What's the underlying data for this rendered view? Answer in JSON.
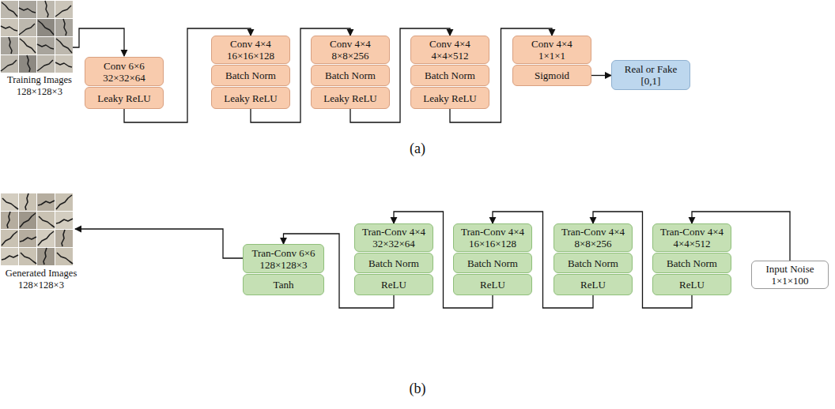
{
  "diagram": {
    "nodes": [
      {
        "text": [
          "Conv 6×6",
          "32×32×64"
        ]
      },
      {
        "text": [
          "Leaky ReLU"
        ]
      },
      {
        "text": [
          "Conv 4×4",
          "16×16×128"
        ]
      },
      {
        "text": [
          "Batch Norm"
        ]
      },
      {
        "text": [
          "Leaky ReLU"
        ]
      },
      {
        "text": [
          "Conv 4×4",
          "8×8×256"
        ]
      },
      {
        "text": [
          "Batch Norm"
        ]
      },
      {
        "text": [
          "Leaky ReLU"
        ]
      },
      {
        "text": [
          "Conv 4×4",
          "4×4×512"
        ]
      },
      {
        "text": [
          "Batch Norm"
        ]
      },
      {
        "text": [
          "Leaky ReLU"
        ]
      },
      {
        "text": [
          "Conv 4×4",
          "1×1×1"
        ]
      },
      {
        "text": [
          "Sigmoid"
        ]
      },
      {
        "text": [
          "Real or Fake",
          "[0,1]"
        ]
      },
      {
        "text": [
          "Tran-Conv 6×6",
          "128×128×3"
        ]
      },
      {
        "text": [
          "Tanh"
        ]
      },
      {
        "text": [
          "Tran-Conv 4×4",
          "32×32×64"
        ]
      },
      {
        "text": [
          "Batch Norm"
        ]
      },
      {
        "text": [
          "ReLU"
        ]
      },
      {
        "text": [
          "Tran-Conv 4×4",
          "16×16×128"
        ]
      },
      {
        "text": [
          "Batch Norm"
        ]
      },
      {
        "text": [
          "ReLU"
        ]
      },
      {
        "text": [
          "Tran-Conv 4×4",
          "8×8×256"
        ]
      },
      {
        "text": [
          "Batch Norm"
        ]
      },
      {
        "text": [
          "ReLU"
        ]
      },
      {
        "text": [
          "Tran-Conv 4×4",
          "4×4×512"
        ]
      },
      {
        "text": [
          "Batch Norm"
        ]
      },
      {
        "text": [
          "ReLU"
        ]
      },
      {
        "text": [
          "Input Noise",
          "1×1×100"
        ]
      }
    ],
    "edges": [
      {
        "from": 1,
        "to": 2,
        "arrow": "to"
      },
      {
        "from": 4,
        "to": 5,
        "arrow": "to"
      },
      {
        "from": 7,
        "to": 8,
        "arrow": "to"
      },
      {
        "from": 10,
        "to": 11,
        "arrow": "to"
      },
      {
        "from": 12,
        "to": 13,
        "arrow": "to"
      },
      {
        "from": 28,
        "to": 25,
        "arrow": "to"
      },
      {
        "from": 27,
        "to": 22,
        "arrow": "to"
      },
      {
        "from": 24,
        "to": 19,
        "arrow": "to"
      },
      {
        "from": 21,
        "to": 16,
        "arrow": "to"
      },
      {
        "from": 18,
        "to": 14,
        "arrow": "to"
      }
    ],
    "labels": [
      "Training Images",
      "128×128×3",
      "(a)",
      "Generated Images",
      "128×128×3",
      "(b)"
    ]
  }
}
